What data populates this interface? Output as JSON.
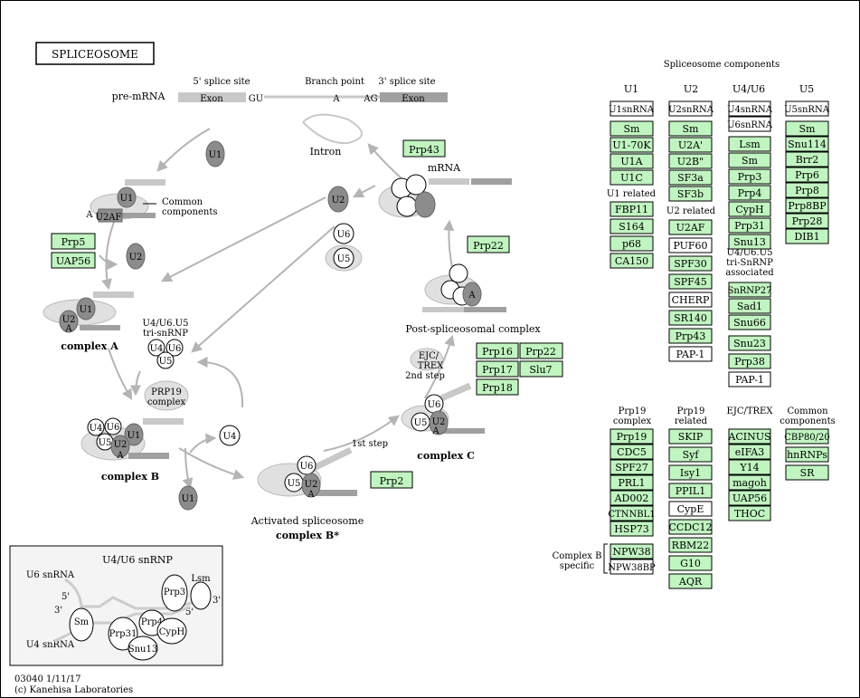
{
  "title": "SPLICEOSOME",
  "footer": {
    "id_date": "03040 1/11/17",
    "copyright": "(c) Kanehisa Laboratories"
  },
  "pathway": {
    "pre_mrna": "pre-mRNA",
    "five_splice_site": "5' splice site",
    "branch_point": "Branch point",
    "three_splice_site": "3' splice site",
    "exon": "Exon",
    "gu": "GU",
    "a": "A",
    "ag": "AG",
    "intron": "Intron",
    "mrna": "mRNA",
    "common_components": "Common components",
    "u4u6u5_tri": "U4/U6.U5 tri-snRNP",
    "complex_a": "complex A",
    "complex_b": "complex B",
    "complex_b_star": "complex B*",
    "complex_c": "complex C",
    "prp19_complex": "PRP19 complex",
    "activated_spliceosome": "Activated spliceosome",
    "post_spliceosomal": "Post-spliceosomal complex",
    "first_step": "1st step",
    "second_step": "2nd step",
    "ejc_trex": "EJC/ TREX",
    "u2af": "U2AF",
    "snrnps": {
      "u1": "U1",
      "u2": "U2",
      "u4": "U4",
      "u5": "U5",
      "u6": "U6"
    }
  },
  "pathway_genes": {
    "prp5": "Prp5",
    "uap56": "UAP56",
    "prp43": "Prp43",
    "prp22": "Prp22",
    "prp16": "Prp16",
    "prp22b": "Prp22",
    "prp17": "Prp17",
    "slu7": "Slu7",
    "prp18": "Prp18",
    "prp2": "Prp2"
  },
  "inset": {
    "title": "U4/U6 snRNP",
    "u6_snrna": "U6 snRNA",
    "u4_snrna": "U4 snRNA",
    "five": "5'",
    "three": "3'",
    "three_b": "3'",
    "five_b": "5'",
    "sm": "Sm",
    "lsm": "Lsm",
    "prp3": "Prp3",
    "prp4": "Prp4",
    "prp31": "Prp31",
    "cyph": "CypH",
    "snu13": "Snu13"
  },
  "components": {
    "header": "Spliceosome components",
    "u1": {
      "title": "U1",
      "snrna": "U1snRNA",
      "items": [
        "Sm",
        "U1-70K",
        "U1A",
        "U1C"
      ],
      "related_title": "U1 related",
      "related": [
        "FBP11",
        "S164",
        "p68",
        "CA150"
      ]
    },
    "u2": {
      "title": "U2",
      "snrna": "U2snRNA",
      "items": [
        "Sm",
        "U2A'",
        "U2B\"",
        "SF3a",
        "SF3b"
      ],
      "related_title": "U2 related",
      "related": [
        {
          "label": "U2AF",
          "found": true
        },
        {
          "label": "PUF60",
          "found": false
        },
        {
          "label": "SPF30",
          "found": true
        },
        {
          "label": "SPF45",
          "found": true
        },
        {
          "label": "CHERP",
          "found": false
        },
        {
          "label": "SR140",
          "found": true
        },
        {
          "label": "Prp43",
          "found": true
        },
        {
          "label": "PAP-1",
          "found": false
        }
      ]
    },
    "u4u6": {
      "title": "U4/U6",
      "snrna1": "U4snRNA",
      "snrna2": "U6snRNA",
      "items": [
        "Lsm",
        "Sm",
        "Prp3",
        "Prp4",
        "CypH",
        "Prp31",
        "Snu13"
      ],
      "assoc_title": "U4/U6.U5 tri-SnRNP associated",
      "assoc": [
        {
          "label": "SnRNP27",
          "found": true
        },
        {
          "label": "Sad1",
          "found": true
        },
        {
          "label": "Snu66",
          "found": true
        },
        {
          "label": "Snu23",
          "found": true
        },
        {
          "label": "Prp38",
          "found": true
        },
        {
          "label": "PAP-1",
          "found": false
        }
      ]
    },
    "u5": {
      "title": "U5",
      "snrna": "U5snRNA",
      "items": [
        "Sm",
        "Snu114",
        "Brr2",
        "Prp6",
        "Prp8",
        "Prp8BP",
        "Prp28",
        "DIB1"
      ]
    },
    "prp19_complex": {
      "title": "Prp19 complex",
      "items": [
        {
          "label": "Prp19",
          "found": true
        },
        {
          "label": "CDC5",
          "found": true
        },
        {
          "label": "SPF27",
          "found": true
        },
        {
          "label": "PRL1",
          "found": true
        },
        {
          "label": "AD002",
          "found": true
        },
        {
          "label": "CTNNBL1",
          "found": true
        },
        {
          "label": "HSP73",
          "found": true
        }
      ],
      "complex_b_specific": "Complex B specific",
      "b_items": [
        {
          "label": "NPW38",
          "found": true
        },
        {
          "label": "NPW38BP",
          "found": false
        }
      ]
    },
    "prp19_related": {
      "title": "Prp19 related",
      "items": [
        {
          "label": "SKIP",
          "found": true
        },
        {
          "label": "Syf",
          "found": true
        },
        {
          "label": "Isy1",
          "found": true
        },
        {
          "label": "PPIL1",
          "found": true
        },
        {
          "label": "CypE",
          "found": false
        },
        {
          "label": "CCDC12",
          "found": true
        },
        {
          "label": "RBM22",
          "found": true
        },
        {
          "label": "G10",
          "found": true
        },
        {
          "label": "AQR",
          "found": true
        }
      ]
    },
    "ejc_trex": {
      "title": "EJC/TREX",
      "items": [
        "ACINUS",
        "eIFA3",
        "Y14",
        "magoh",
        "UAP56",
        "THOC"
      ]
    },
    "common": {
      "title": "Common components",
      "items": [
        "CBP80/20",
        "hnRNPs",
        "SR"
      ]
    }
  },
  "colors": {
    "found": "#bff5bf",
    "notfound": "#ffffff",
    "snrnp_dark": "#8c8c8c",
    "gray_arrow": "#b4b4b4"
  }
}
